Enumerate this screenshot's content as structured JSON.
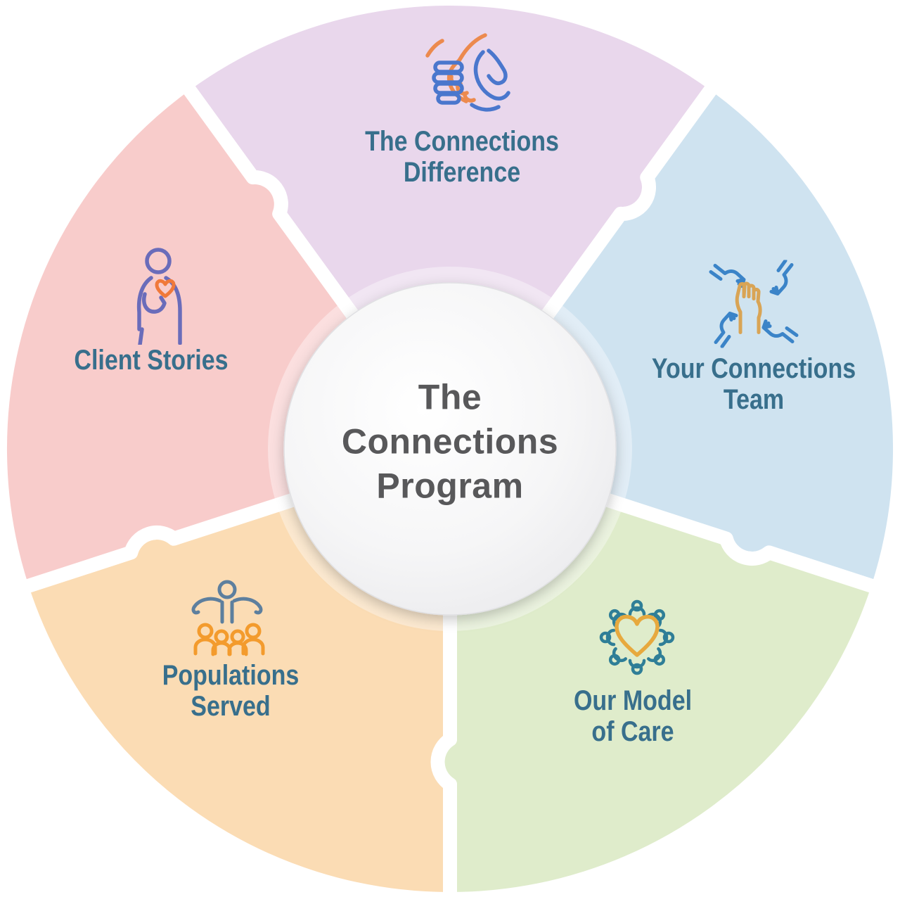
{
  "title": {
    "lines": [
      "The",
      "Connections",
      "Program"
    ]
  },
  "segments": [
    {
      "id": "the-connections-difference",
      "lines": [
        "The Connections",
        "Difference"
      ],
      "color": "#e9d7ec",
      "icon": "handshake-icon"
    },
    {
      "id": "your-connections-team",
      "lines": [
        "Your Connections",
        "Team"
      ],
      "color": "#cfe3f0",
      "icon": "hands-together-icon"
    },
    {
      "id": "our-model-of-care",
      "lines": [
        "Our Model",
        "of Care"
      ],
      "color": "#dfeccb",
      "icon": "heart-community-icon"
    },
    {
      "id": "populations-served",
      "lines": [
        "Populations",
        "Served"
      ],
      "color": "#fbdcb4",
      "icon": "group-people-icon"
    },
    {
      "id": "client-stories",
      "lines": [
        "Client Stories"
      ],
      "color": "#f8cccb",
      "icon": "person-heart-icon"
    }
  ],
  "colors": {
    "heading_text": "#386f8c",
    "center_text": "#58585a",
    "icon_blue": "#4a77cd",
    "icon_orange": "#ec8a4e",
    "icon_sky_blue": "#3b84c8",
    "icon_tan": "#d9a455",
    "icon_gold": "#e7a93e",
    "icon_teal": "#2f7e97",
    "icon_slate": "#5d7f9e",
    "icon_bright_orange": "#f39b2d",
    "icon_purple": "#6a6cba",
    "icon_heart_orange": "#f0793a"
  }
}
